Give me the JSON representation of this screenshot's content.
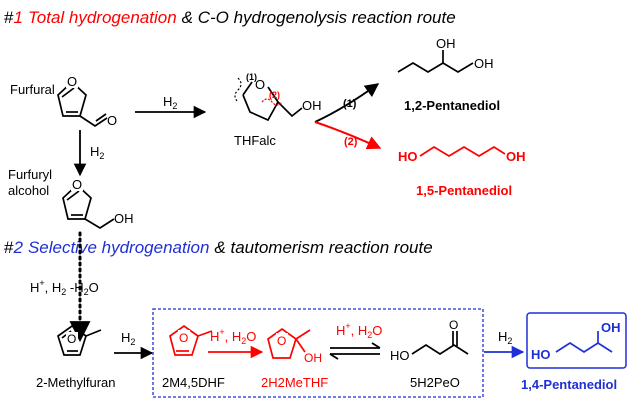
{
  "title1": {
    "hash": "#",
    "num": "1",
    "red": "Total hydrogenation",
    "rest": "& C-O hydrogenolysis reaction route"
  },
  "title2": {
    "hash": "#",
    "num": "2",
    "blue": "Selective hydrogenation",
    "rest": "& tautomerism reaction route"
  },
  "colors": {
    "red": "#ff0000",
    "blue": "#1f2fd6",
    "black": "#000000"
  },
  "labels": {
    "furfural": "Furfural",
    "furfuryl_line1": "Furfuryl",
    "furfuryl_line2": "alcohol",
    "h2_top": "H",
    "h2_top_sub": "2",
    "h2_vert": "H",
    "h2_vert_sub": "2",
    "thfalc": "THFalc",
    "bond1": "(1)",
    "bond2": "(2)",
    "path1": "(1)",
    "path2": "(2)",
    "pentanediol_12": "1,2-Pentanediol",
    "pentanediol_15": "1,5-Pentanediol",
    "oh": "OH",
    "ho": "HO",
    "o": "O",
    "hplus_h2": "H",
    "hplus_h2_sup": "+",
    "hplus_h2_mid": ", H",
    "hplus_h2_sub": "2",
    "hplus_h2_tail": " -H",
    "hplus_h2_sub2": "2",
    "hplus_h2_end": "O",
    "methylfuran": "2-Methylfuran",
    "h2_bottom": "H",
    "h2_bottom_sub": "2",
    "m45dhf": "2M4,5DHF",
    "hh2o_1": "H",
    "hh2o_1_sup": "+",
    "hh2o_1_mid": ", H",
    "hh2o_1_sub": "2",
    "hh2o_1_end": "O",
    "h2methf": "2H2MeTHF",
    "hh2o_2": "H",
    "hh2o_2_sup": "+",
    "hh2o_2_mid": ", H",
    "hh2o_2_sub": "2",
    "hh2o_2_end": "O",
    "h2peo": "5H2PeO",
    "h2_final": "H",
    "h2_final_sub": "2",
    "pentanediol_14": "1,4-Pentanediol"
  }
}
